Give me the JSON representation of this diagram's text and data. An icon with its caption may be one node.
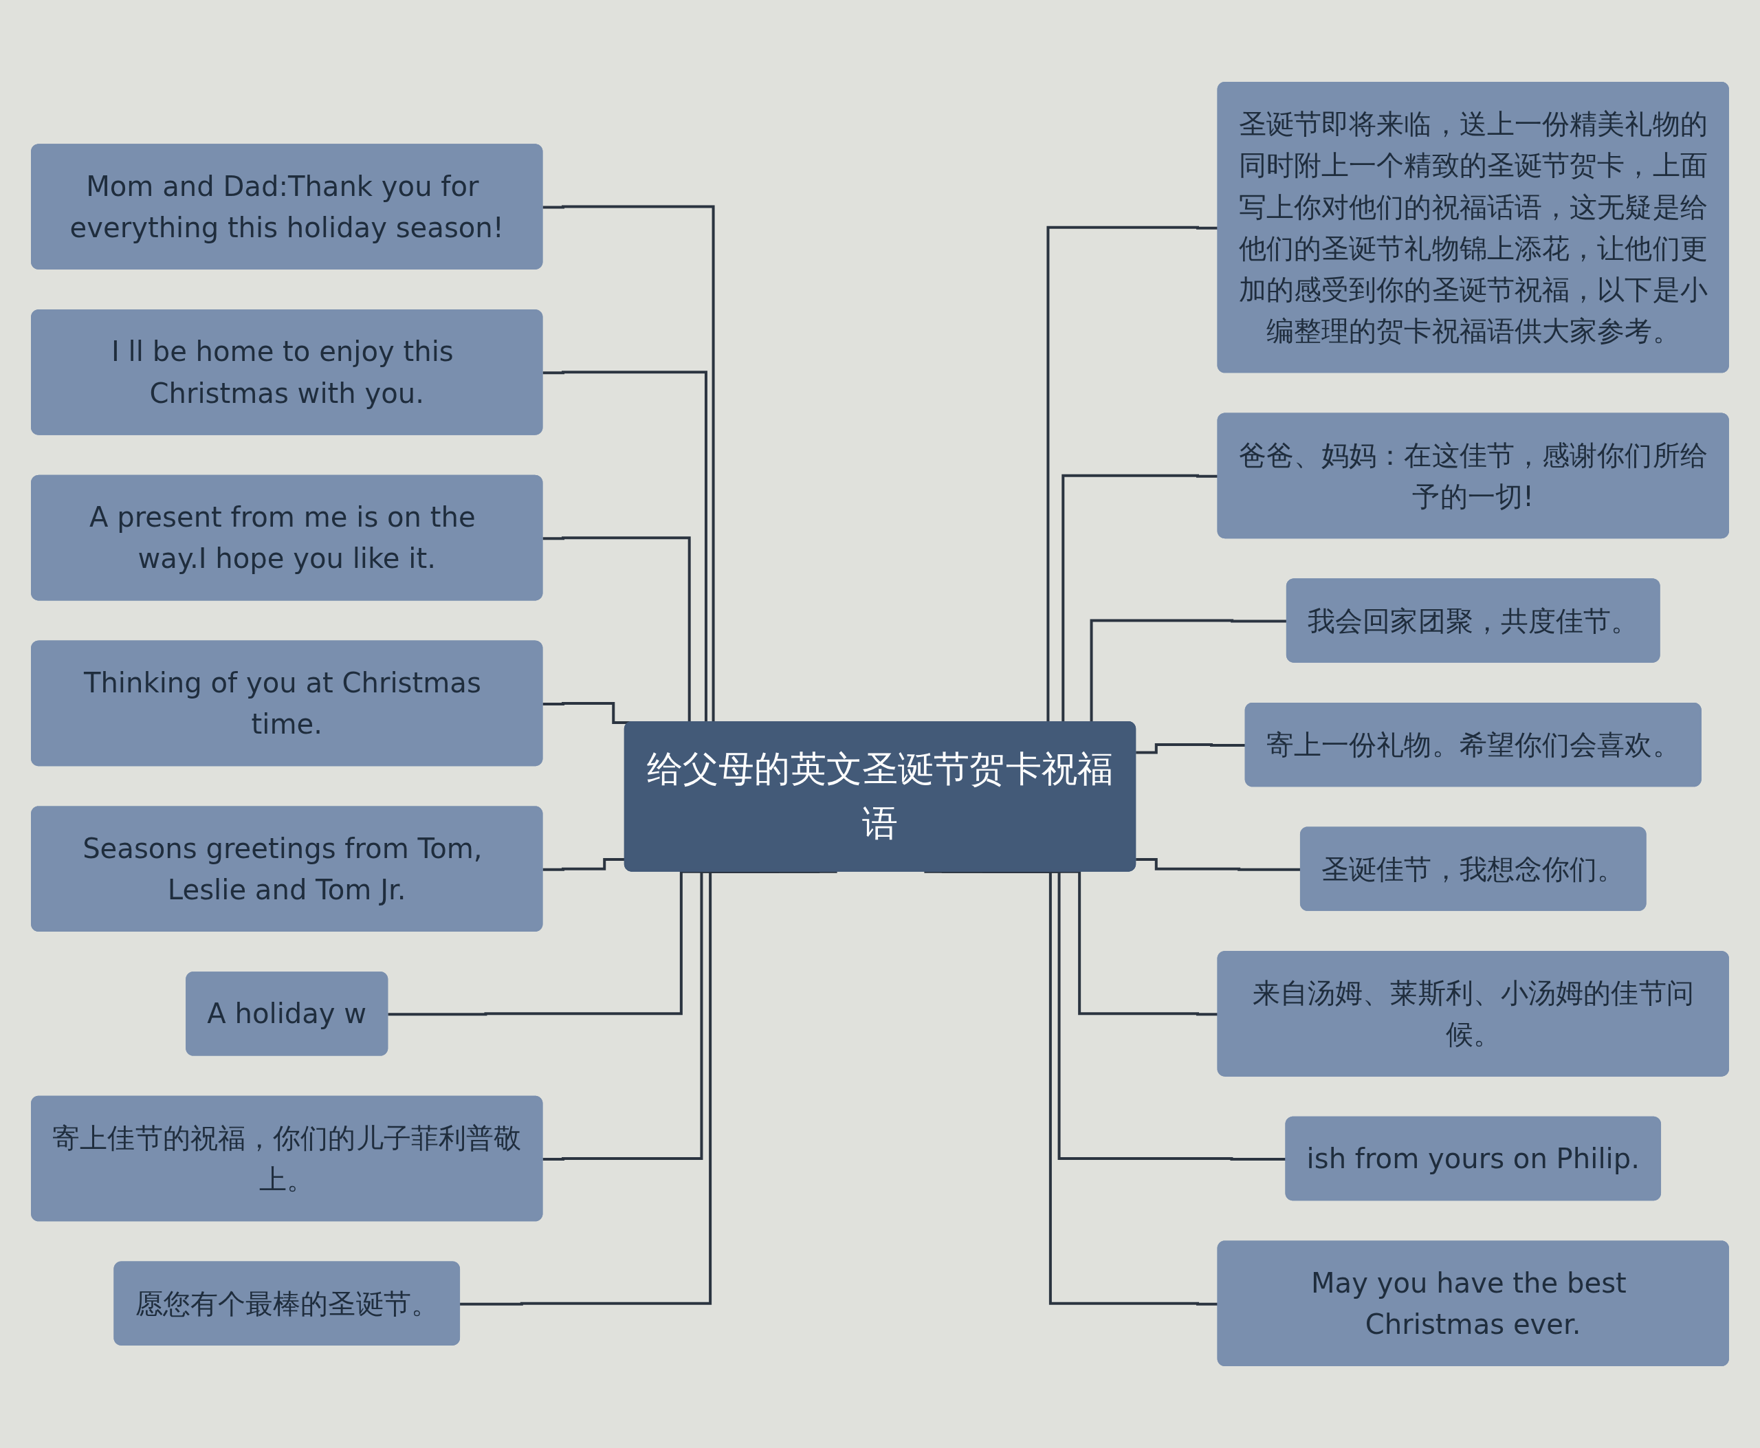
{
  "diagram": {
    "nodes": [
      {
        "text": [
          "给父母的英文圣诞节贺卡祝福语"
        ]
      },
      {
        "text": [
          "Mom and Dad:Thank you for everything this holiday season!"
        ]
      },
      {
        "text": [
          "I ll be home to enjoy this Christmas with you."
        ]
      },
      {
        "text": [
          "A present from me is on the way.I hope you like it."
        ]
      },
      {
        "text": [
          "Thinking of you at Christmas time."
        ]
      },
      {
        "text": [
          "Seasons greetings from Tom, Leslie and Tom Jr."
        ]
      },
      {
        "text": [
          "A holiday w"
        ]
      },
      {
        "text": [
          "寄上佳节的祝福，你们的儿子菲利普敬上。"
        ]
      },
      {
        "text": [
          "愿您有个最棒的圣诞节。"
        ]
      },
      {
        "text": [
          "圣诞节即将来临，送上一份精美礼物的同时附上一个精致的圣诞节贺卡，上面写上你对他们的祝福话语，这无疑是给他们的圣诞节礼物锦上添花，让他们更加的感受到你的圣诞节祝福，以下是小编整理的贺卡祝福语供大家参考。"
        ]
      },
      {
        "text": [
          "爸爸、妈妈：在这佳节，感谢你们所给予的一切!"
        ]
      },
      {
        "text": [
          "我会回家团聚，共度佳节。"
        ]
      },
      {
        "text": [
          "寄上一份礼物。希望你们会喜欢。"
        ]
      },
      {
        "text": [
          "圣诞佳节，我想念你们。"
        ]
      },
      {
        "text": [
          "来自汤姆、莱斯利、小汤姆的佳节问候。"
        ]
      },
      {
        "text": [
          "ish from yours on Philip."
        ]
      },
      {
        "text": [
          "May you have the best Christmas ever."
        ]
      }
    ],
    "edges": [
      {
        "from": 1,
        "to": 0,
        "arrow": "none"
      },
      {
        "from": 2,
        "to": 0,
        "arrow": "none"
      },
      {
        "from": 3,
        "to": 0,
        "arrow": "none"
      },
      {
        "from": 4,
        "to": 0,
        "arrow": "none"
      },
      {
        "from": 5,
        "to": 0,
        "arrow": "none"
      },
      {
        "from": 6,
        "to": 0,
        "arrow": "none"
      },
      {
        "from": 7,
        "to": 0,
        "arrow": "none"
      },
      {
        "from": 8,
        "to": 0,
        "arrow": "none"
      },
      {
        "from": 0,
        "to": 9,
        "arrow": "none"
      },
      {
        "from": 0,
        "to": 10,
        "arrow": "none"
      },
      {
        "from": 0,
        "to": 11,
        "arrow": "none"
      },
      {
        "from": 0,
        "to": 12,
        "arrow": "none"
      },
      {
        "from": 0,
        "to": 13,
        "arrow": "none"
      },
      {
        "from": 0,
        "to": 14,
        "arrow": "none"
      },
      {
        "from": 0,
        "to": 15,
        "arrow": "none"
      },
      {
        "from": 0,
        "to": 16,
        "arrow": "none"
      }
    ]
  }
}
